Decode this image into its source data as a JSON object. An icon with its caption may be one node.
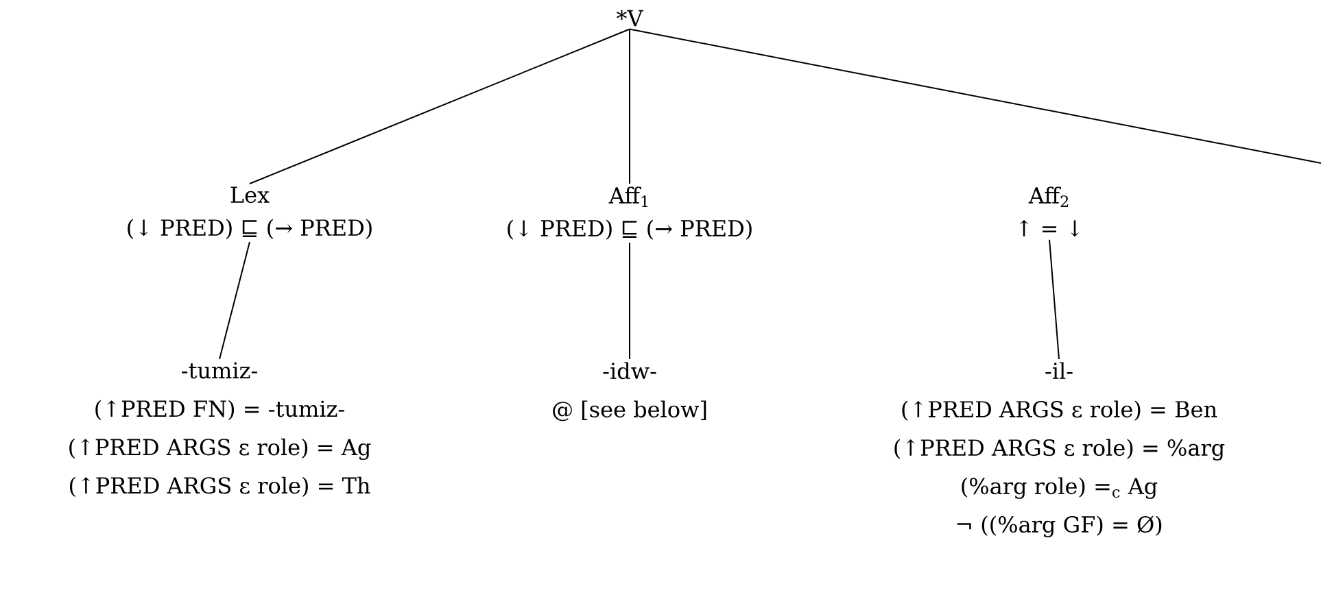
{
  "diagram": {
    "nodes": [
      {
        "text": [
          "*V"
        ]
      },
      {
        "text": [
          "Lex",
          "(↓ PRED) ⊑ (→ PRED)"
        ]
      },
      {
        "text": [
          "Aff$_{1}$",
          "(↓ PRED) ⊑ (→ PRED)"
        ]
      },
      {
        "text": [
          "Aff$_{2}$",
          "↑ = ↓"
        ]
      },
      {
        "text": [
          "-tumiz-",
          "(↑PRED FN) = -tumiz-",
          "(↑PRED ARGS ε role) = Ag",
          "(↑PRED ARGS ε role) = Th"
        ]
      },
      {
        "text": [
          "-idw-",
          "@ [see below]"
        ]
      },
      {
        "text": [
          "-il-",
          "(↑PRED ARGS ε role) = Ben",
          "(↑PRED ARGS ε role) = %arg",
          "(%arg role) =$_{c}$ Ag",
          "¬ ((%arg GF) = Ø)"
        ]
      }
    ],
    "edges": [
      {
        "from": 0,
        "to": 1,
        "arrow": "none"
      },
      {
        "from": 0,
        "to": 2,
        "arrow": "none"
      },
      {
        "from": 0,
        "to": null,
        "arrow": "none"
      },
      {
        "from": 1,
        "to": 4,
        "arrow": "none"
      },
      {
        "from": 2,
        "to": 5,
        "arrow": "none"
      },
      {
        "from": 3,
        "to": 6,
        "arrow": "none"
      }
    ]
  }
}
